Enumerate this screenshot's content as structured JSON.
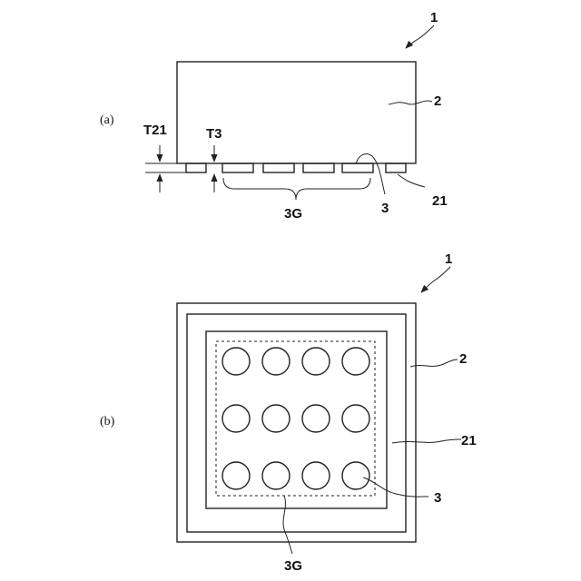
{
  "figure": {
    "panel_a": {
      "panel_label": "(a)",
      "ref_device": "1",
      "ref_substrate": "2",
      "ref_pad": "3",
      "ref_layer": "21",
      "thickness_layer": "T21",
      "thickness_pad": "T3",
      "group": "3G"
    },
    "panel_b": {
      "panel_label": "(b)",
      "ref_device": "1",
      "ref_substrate": "2",
      "ref_layer": "21",
      "ref_pad": "3",
      "group": "3G",
      "pad_rows": 3,
      "pad_cols": 4
    }
  }
}
